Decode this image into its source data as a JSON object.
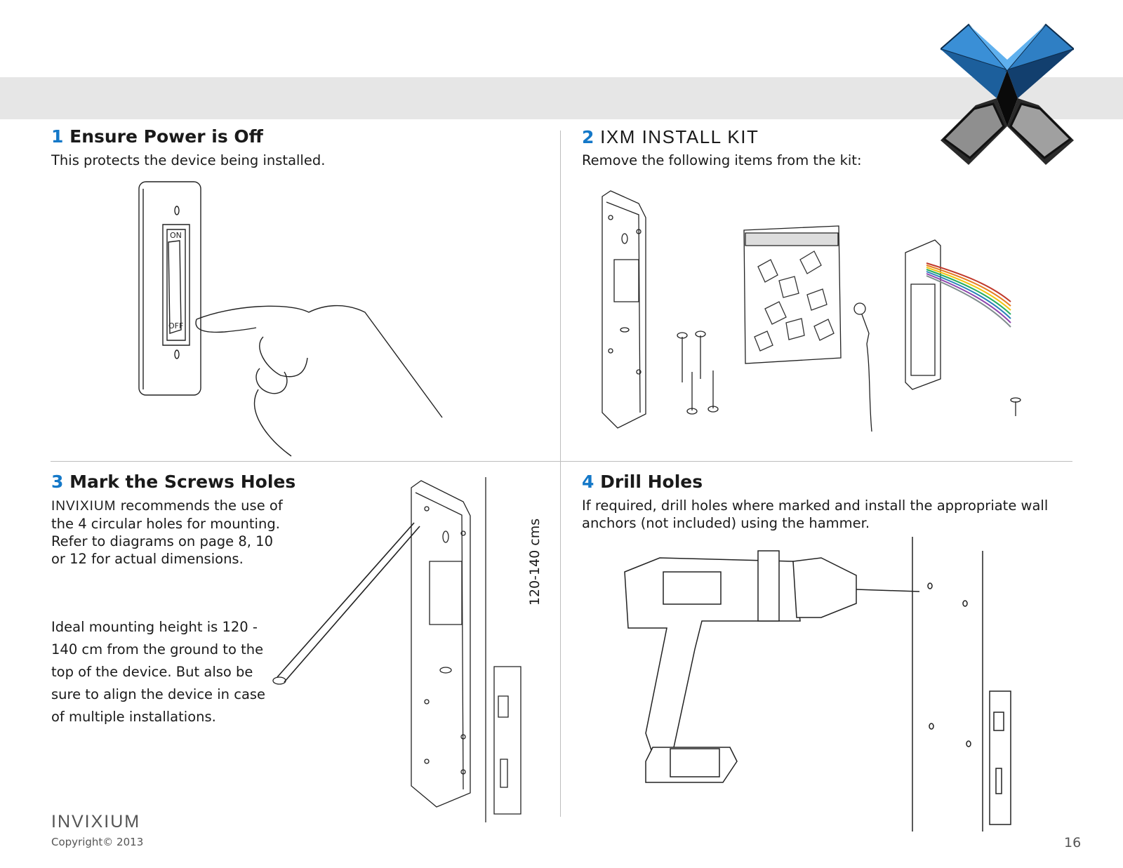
{
  "sections": [
    {
      "number": "1",
      "title": "Ensure Power is Off",
      "text": "This protects the device being installed."
    },
    {
      "number": "2",
      "title": "IXM INSTALL KIT",
      "text": "Remove the following items from the kit:"
    },
    {
      "number": "3",
      "title": "Mark the Screws Holes",
      "brand": "INVIXIUM",
      "text": " recommends the use of the 4 circular holes for mounting. Refer to diagrams on page 8, 10 or 12 for actual dimensions.",
      "text2": "Ideal mounting height is 120 - 140 cm from the ground to the top of the device. But also be sure to align the device in case of multiple installations."
    },
    {
      "number": "4",
      "title": "Drill Holes",
      "text": "If required, drill holes where marked and install the appropriate wall anchors (not included) using the hammer."
    }
  ],
  "switch": {
    "on_label": "ON",
    "off_label": "OFF"
  },
  "dimension_label": "120-140 cms",
  "footer": {
    "brand": "INVIXIUM",
    "copyright": "Copyright© 2013",
    "page_number": "16"
  }
}
